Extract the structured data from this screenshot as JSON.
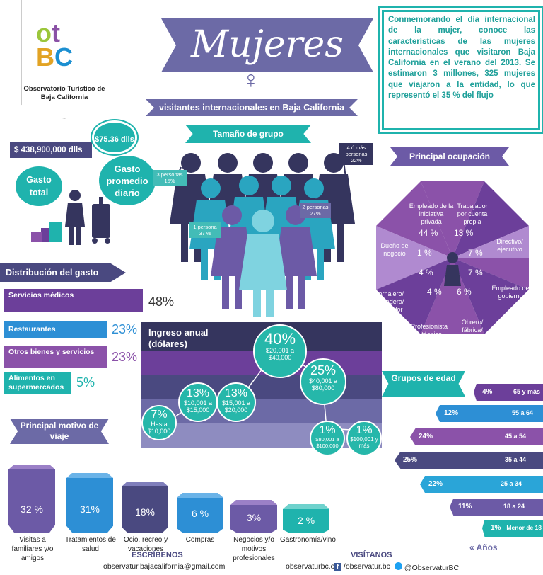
{
  "logo": {
    "letters": [
      "o",
      "t",
      "B",
      "C"
    ],
    "name": "Observatorio Turístico de Baja California"
  },
  "title": "Mujeres",
  "subtitle": "visitantes internacionales en Baja California",
  "intro": "Conmemorando el día internacional de la mujer, conoce las características de las mujeres internacionales que visitaron Baja California en el verano del 2013. Se estimaron 3 millones, 325 mujeres que viajaron a la entidad, lo que representó el 35 % del flujo",
  "spending": {
    "total_value": "$ 438,900,000 dlls",
    "total_label_1": "Gasto",
    "total_label_2": "total",
    "daily_value": "$75.36 dlls",
    "daily_label_1": "Gasto",
    "daily_label_2": "promedio",
    "daily_label_3": "diario"
  },
  "group_size": {
    "heading": "Tamaño de grupo",
    "three": {
      "label": "3 personas",
      "pct": "15%"
    },
    "one": {
      "label": "1 persona",
      "pct": "37 %"
    },
    "two": {
      "label": "2 personas",
      "pct": "27%"
    },
    "four": {
      "label": "4 ó más personas",
      "pct": "22%"
    }
  },
  "distribution": {
    "heading": "Distribución del gasto",
    "items": [
      {
        "label": "Servicios médicos",
        "pct": "48%",
        "color": "#6c3f9a"
      },
      {
        "label": "Restaurantes",
        "pct": "23%",
        "color": "#2d8fd5"
      },
      {
        "label": "Otros bienes y servicios",
        "pct": "23%",
        "color": "#8b52a9"
      },
      {
        "label": "Alimentos en supermercados",
        "pct": "5%",
        "color": "#1fb3ad"
      }
    ]
  },
  "income": {
    "heading": "Ingreso anual (dólares)",
    "items": [
      {
        "pct": "40%",
        "range": "$20,001 a $40,000"
      },
      {
        "pct": "25%",
        "range": "$40,001 a $80,000"
      },
      {
        "pct": "13%",
        "range": "$10,001 a $15,000"
      },
      {
        "pct": "13%",
        "range": "$15,001 a $20,000"
      },
      {
        "pct": "7%",
        "range": "Hasta $10,000"
      },
      {
        "pct": "1%",
        "range": "$80,001 a $100,000"
      },
      {
        "pct": "1%",
        "range": "$100,001 y más"
      }
    ]
  },
  "occupation": {
    "heading": "Principal ocupación",
    "items": [
      {
        "label": "Empleado de la iniciativa privada",
        "pct": "44 %"
      },
      {
        "label": "Trabajador por cuenta propia",
        "pct": "13 %"
      },
      {
        "label": "Directivo/ ejecutivo",
        "pct": "7 %"
      },
      {
        "label": "Empleado de gobierno",
        "pct": "7 %"
      },
      {
        "label": "Obrero/ fábrica/ construcción",
        "pct": "6 %"
      },
      {
        "label": "Profesionista o técnico",
        "pct": "4 %"
      },
      {
        "label": "Jornalero/ ganadero/ pescador",
        "pct": "4 %"
      },
      {
        "label": "Dueño de negocio",
        "pct": "1 %"
      }
    ]
  },
  "age_groups": {
    "heading": "Grupos de edad",
    "footer": "Años",
    "items": [
      {
        "label": "65 y más",
        "pct": "4%",
        "color": "#6c3f9a"
      },
      {
        "label": "55 a 64",
        "pct": "12%",
        "color": "#2d8fd5"
      },
      {
        "label": "45 a 54",
        "pct": "24%",
        "color": "#8b52a9"
      },
      {
        "label": "35 a 44",
        "pct": "25%",
        "color": "#4a4980"
      },
      {
        "label": "25 a 34",
        "pct": "22%",
        "color": "#2aa5d8"
      },
      {
        "label": "18 a 24",
        "pct": "11%",
        "color": "#6c5aa6"
      },
      {
        "label": "Menor de 18",
        "pct": "1%",
        "color": "#1fb3ad"
      }
    ]
  },
  "motive": {
    "heading": "Principal motivo de viaje",
    "items": [
      {
        "label": "Visitas a familiares y/o amigos",
        "pct": "32 %",
        "color": "#6c5aa6"
      },
      {
        "label": "Tratamientos de salud",
        "pct": "31%",
        "color": "#2d8fd5"
      },
      {
        "label": "Ocio, recreo y vacaciones",
        "pct": "18%",
        "color": "#4a4980"
      },
      {
        "label": "Compras",
        "pct": "6 %",
        "color": "#2d8fd5"
      },
      {
        "label": "Negocios y/o motivos profesionales",
        "pct": "3%",
        "color": "#6c5aa6"
      },
      {
        "label": "Gastronomía/vino",
        "pct": "2 %",
        "color": "#1fb3ad"
      }
    ]
  },
  "footer": {
    "write_heading": "ESCRÍBENOS",
    "email": "observatur.bajacalifornia@gmail.com",
    "visit_heading": "VISÍTANOS",
    "website": "observaturbc.org",
    "facebook": "/observatur.bc",
    "twitter": "@ObservaturBC"
  }
}
